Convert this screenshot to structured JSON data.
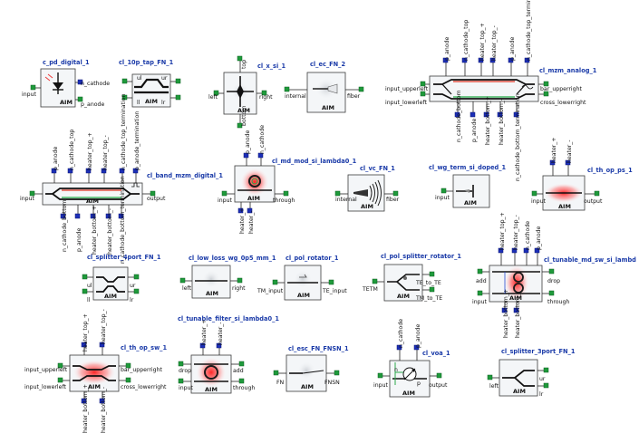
{
  "components": [
    {
      "id": "c_pd_digital_1",
      "title": "c_pd_digital_1",
      "badge": "AIM",
      "ports": [
        "input",
        "n_cathode",
        "p_anode"
      ]
    },
    {
      "id": "cl_10p_tap_FN_1",
      "title": "cl_10p_tap_FN_1",
      "badge": "AIM",
      "ports": [
        "ul",
        "ur",
        "ll",
        "lr"
      ]
    },
    {
      "id": "cl_x_si_1",
      "title": "cl_x_si_1",
      "badge": "AIM",
      "ports": [
        "top",
        "left",
        "right",
        "bottom"
      ]
    },
    {
      "id": "cl_ec_FN_2",
      "title": "cl_ec_FN_2",
      "badge": "AIM",
      "ports": [
        "internal",
        "fiber"
      ]
    },
    {
      "id": "cl_mzm_analog_1",
      "title": "cl_mzm_analog_1",
      "badge": "AIM",
      "ports": [
        "p_anode",
        "n_cathode_top",
        "heater_top_+",
        "heater_top_-",
        "p_anode",
        "n_cathode_top_termination",
        "input_upperleft",
        "input_lowerleft",
        "bar_upperright",
        "cross_lowerright",
        "n_cathode_bottom",
        "p_anode",
        "heater_bottom_+",
        "heater_bottom_-",
        "n_cathode_bottom_termination"
      ]
    },
    {
      "id": "cl_band_mzm_digital_1",
      "title": "cl_band_mzm_digital_1",
      "badge": "AIM",
      "ports": [
        "p_anode",
        "n_cathode_top",
        "heater_top_+",
        "heater_top_-",
        "n_cathode_top_termination",
        "p_anode_termination",
        "input",
        "output",
        "n_cathode_bottom",
        "p_anode",
        "heater_bottom_+",
        "heater_bottom_-",
        "n_cathode_bottom_termination"
      ]
    },
    {
      "id": "cl_md_mod_si_lambda0_1",
      "title": "cl_md_mod_si_lambda0_1",
      "badge": "AIM",
      "ports": [
        "p_anode",
        "n_cathode",
        "input",
        "through",
        "heater_+",
        "heater_-"
      ]
    },
    {
      "id": "cl_vc_FN_1",
      "title": "cl_vc_FN_1",
      "badge": "AIM",
      "ports": [
        "internal",
        "fiber"
      ]
    },
    {
      "id": "cl_wg_term_si_doped_1",
      "title": "cl_wg_term_si_doped_1",
      "badge": "AIM",
      "ports": [
        "input"
      ]
    },
    {
      "id": "cl_th_op_ps_1",
      "title": "cl_th_op_ps_1",
      "badge": "AIM",
      "ports": [
        "heater_+",
        "heater_-",
        "input",
        "output"
      ]
    },
    {
      "id": "cl_splitter_4port_FN_1",
      "title": "cl_splitter_4port_FN_1",
      "badge": "AIM",
      "ports": [
        "ul",
        "ur",
        "ll",
        "lr"
      ]
    },
    {
      "id": "cl_low_loss_wg_0p5_mm_1",
      "title": "cl_low_loss_wg_0p5_mm_1",
      "badge": "AIM",
      "ports": [
        "left",
        "right"
      ]
    },
    {
      "id": "cl_pol_rotator_1",
      "title": "cl_pol_rotator_1",
      "badge": "AIM",
      "ports": [
        "TM_input",
        "TE_input"
      ]
    },
    {
      "id": "cl_pol_splitter_rotator_1",
      "title": "cl_pol_splitter_rotator_1",
      "badge": "AIM",
      "ports": [
        "TETM",
        "TE_to_TE",
        "TM_to_TE"
      ]
    },
    {
      "id": "cl_tunable_md_sw_si_lambda",
      "title": "cl_tunable_md_sw_si_lambd",
      "badge": "AIM",
      "ports": [
        "heater_top_+",
        "heater_top_-",
        "n_cathode",
        "p_anode",
        "add",
        "drop",
        "input",
        "through",
        "heater_bottom_+",
        "heater_bottom_-"
      ]
    },
    {
      "id": "cl_th_op_sw_1",
      "title": "cl_th_op_sw_1",
      "badge": "AIM",
      "ports": [
        "heater_top_+",
        "heater_top_-",
        "input_upperleft",
        "input_lowerleft",
        "bar_upperright",
        "cross_lowerright",
        "heater_bottom_+",
        "heater_bottom_-"
      ]
    },
    {
      "id": "cl_tunable_filter_si_lambda0_1",
      "title": "cl_tunable_filter_si_lambda0_1",
      "badge": "AIM",
      "ports": [
        "heater_+",
        "heater_-",
        "drop",
        "add",
        "input",
        "through"
      ]
    },
    {
      "id": "cl_esc_FN_FNSN_1",
      "title": "cl_esc_FN_FNSN_1",
      "badge": "AIM",
      "ports": [
        "FN",
        "FNSN"
      ]
    },
    {
      "id": "cl_voa_1",
      "title": "cl_voa_1",
      "badge": "AIM",
      "ports": [
        "n_cathode",
        "p_anode",
        "input",
        "output",
        "n",
        "p"
      ]
    },
    {
      "id": "cl_splitter_3port_FN_1",
      "title": "cl_splitter_3port_FN_1",
      "badge": "AIM",
      "ports": [
        "left",
        "ur",
        "lr"
      ]
    }
  ]
}
